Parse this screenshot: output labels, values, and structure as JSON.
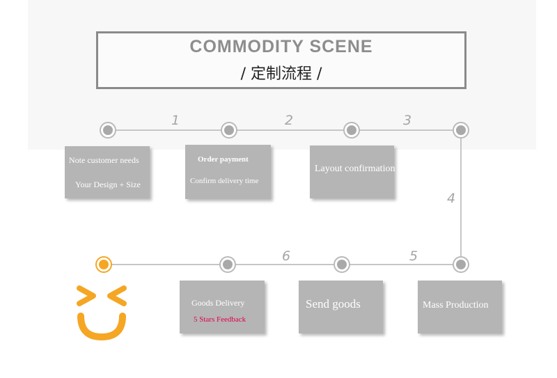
{
  "header": {
    "title_en": "COMMODITY  SCENE",
    "title_cn": "/  定制流程  /"
  },
  "steps": {
    "n1": "1",
    "n2": "2",
    "n3": "3",
    "n4": "4",
    "n5": "5",
    "n6": "6"
  },
  "cards": {
    "note": {
      "line1": "Note customer needs",
      "line2": "Your Design + Size"
    },
    "payment": {
      "line1": "Order payment",
      "line2": "Confirm delivery time"
    },
    "layout": {
      "line1": "Layout confirmation"
    },
    "mass": {
      "line1": "Mass Production"
    },
    "send": {
      "line1": "Send goods"
    },
    "delivery": {
      "line1": "Goods Delivery",
      "line2": "5 Stars Feedback"
    }
  },
  "colors": {
    "accent": "#f5a623",
    "feedback": "#e2004f",
    "card": "#b5b5b5",
    "connector": "#c6c6c6"
  },
  "icons": {
    "end": "smiley-face-icon"
  }
}
